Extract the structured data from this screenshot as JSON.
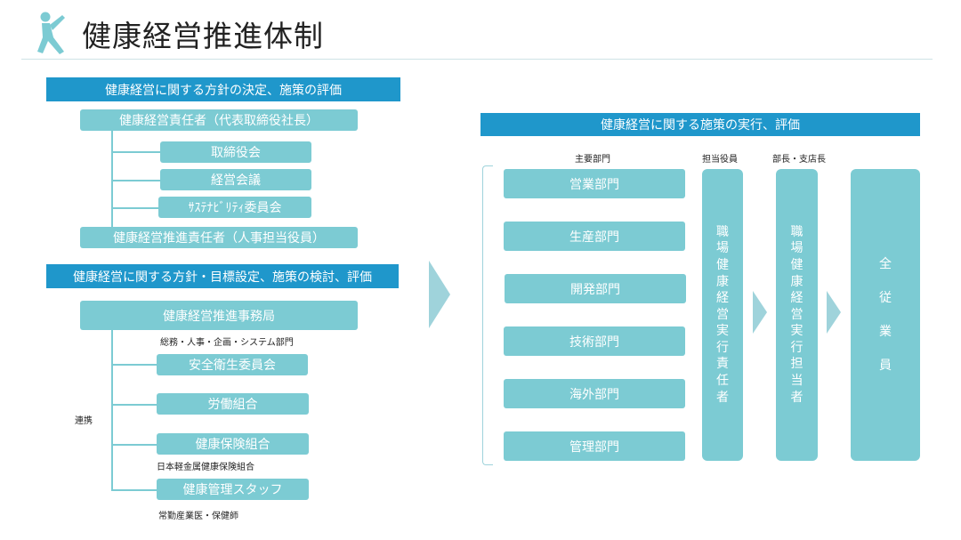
{
  "title": "健康経営推進体制",
  "left": {
    "header1": "健康経営に関する方針の決定、施策の評価",
    "responsible": "健康経営責任者（代表取締役社長）",
    "board": "取締役会",
    "management_meeting": "経営会議",
    "sustainability_committee": "ｻｽﾃﾅﾋﾞﾘﾃｨ委員会",
    "promoter": "健康経営推進責任者（人事担当役員）",
    "header2": "健康経営に関する方針・目標設定、施策の検討、評価",
    "secretariat": "健康経営推進事務局",
    "secretariat_note": "総務・人事・企画・システム部門",
    "safety_committee": "安全衛生委員会",
    "labor_union": "労働組合",
    "health_insurance": "健康保険組合",
    "health_insurance_note": "日本軽金属健康保険組合",
    "health_staff": "健康管理スタッフ",
    "health_staff_note": "常勤産業医・保健師",
    "collaboration": "連携"
  },
  "right": {
    "header": "健康経営に関する施策の実行、評価",
    "col_departments": "主要部門",
    "col_officer": "担当役員",
    "col_managers": "部長・支店長",
    "departments": [
      "営業部門",
      "生産部門",
      "開発部門",
      "技術部門",
      "海外部門",
      "管理部門"
    ],
    "officer_box": [
      "職",
      "場",
      "健",
      "康",
      "経",
      "営",
      "実",
      "行",
      "責",
      "任",
      "者"
    ],
    "manager_box": [
      "職",
      "場",
      "健",
      "康",
      "経",
      "営",
      "実",
      "行",
      "担",
      "当",
      "者"
    ],
    "all_employees": [
      "全",
      "従",
      "業",
      "員"
    ]
  },
  "colors": {
    "accent_blue": "#1f97cb",
    "teal": "#7ccbd3",
    "arrow": "#9fd3db"
  }
}
